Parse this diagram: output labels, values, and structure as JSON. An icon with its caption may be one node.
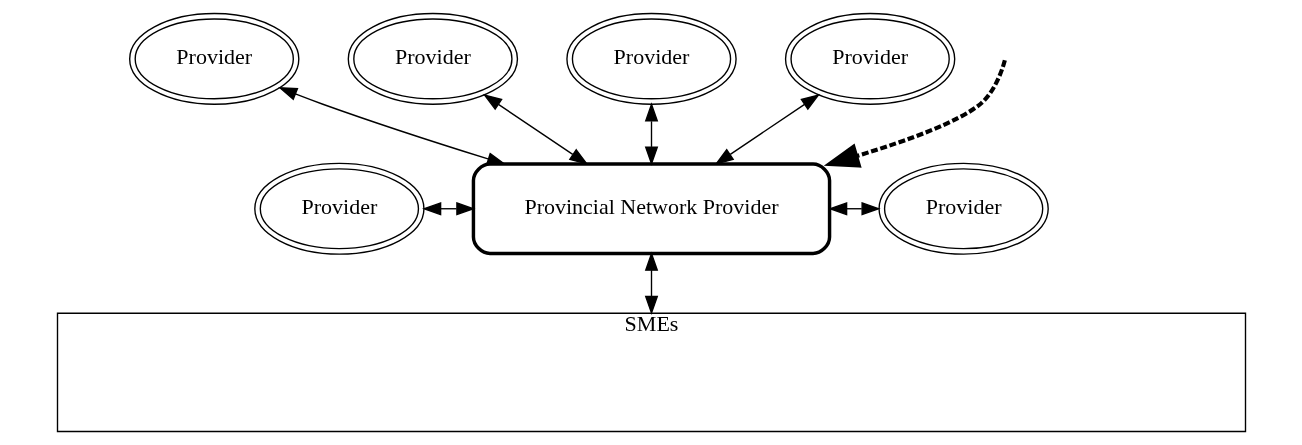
{
  "diagram": {
    "nodes": [
      {
        "text": [
          "Provider"
        ]
      },
      {
        "text": [
          "Provider"
        ]
      },
      {
        "text": [
          "Provider"
        ]
      },
      {
        "text": [
          "Provider"
        ]
      },
      {
        "text": [
          "Provider"
        ]
      },
      {
        "text": [
          "Provincial Network Provider"
        ]
      },
      {
        "text": [
          "Provider"
        ]
      },
      {
        "text": [
          "SMEs"
        ]
      }
    ],
    "edges": [
      {
        "from": 0,
        "to": 5,
        "arrow": "both"
      },
      {
        "from": 1,
        "to": 5,
        "arrow": "both"
      },
      {
        "from": null,
        "to": 5,
        "arrow": "to",
        "style": "dashed"
      },
      {
        "from": 2,
        "to": 5,
        "arrow": "both"
      },
      {
        "from": 3,
        "to": 5,
        "arrow": "both"
      },
      {
        "from": 4,
        "to": 5,
        "arrow": "both"
      },
      {
        "from": 5,
        "to": 6,
        "arrow": "both"
      },
      {
        "from": 5,
        "to": 7,
        "arrow": "both"
      }
    ]
  }
}
